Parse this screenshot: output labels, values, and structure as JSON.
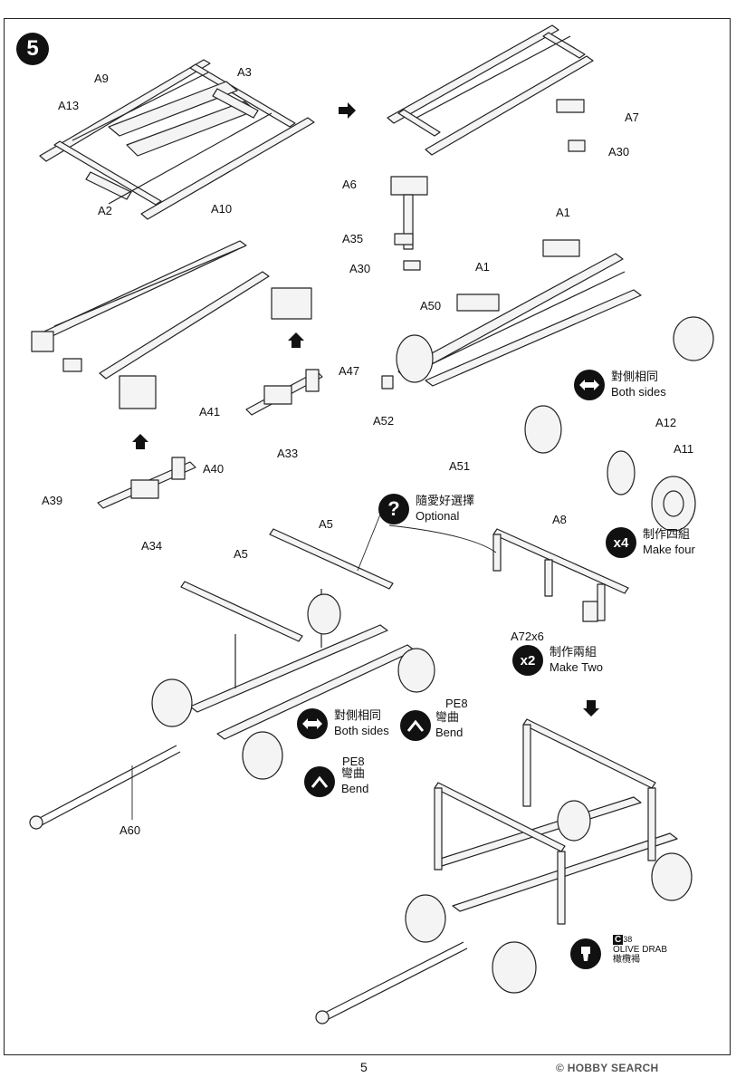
{
  "step": {
    "number": "5"
  },
  "parts": {
    "a13": "A13",
    "a9": "A9",
    "a3": "A3",
    "a2": "A2",
    "a10": "A10",
    "a7": "A7",
    "a30_top": "A30",
    "a6": "A6",
    "a35": "A35",
    "a30": "A30",
    "a1_top": "A1",
    "a1": "A1",
    "a50": "A50",
    "a52": "A52",
    "a51": "A51",
    "a47": "A47",
    "a41": "A41",
    "a33": "A33",
    "a40": "A40",
    "a39": "A39",
    "a34": "A34",
    "a12": "A12",
    "a11": "A11",
    "a5_top": "A5",
    "a5": "A5",
    "a8": "A8",
    "a72": "A72x6",
    "pe8_top": "PE8",
    "pe8": "PE8",
    "a60": "A60"
  },
  "callouts": {
    "both_sides_1": {
      "cn": "對側相同",
      "en": "Both sides",
      "icon": "double-arrow-icon"
    },
    "optional": {
      "cn": "隨愛好選擇",
      "en": "Optional",
      "icon": "question-icon"
    },
    "make_four": {
      "mult": "x4",
      "cn": "制作四組",
      "en": "Make four"
    },
    "make_two": {
      "mult": "x2",
      "cn": "制作兩組",
      "en": "Make Two"
    },
    "both_sides_2": {
      "cn": "對側相同",
      "en": "Both sides",
      "icon": "double-arrow-icon"
    },
    "bend_1": {
      "part": "PE8",
      "cn": "彎曲",
      "en": "Bend",
      "icon": "bend-icon"
    },
    "bend_2": {
      "part": "PE8",
      "cn": "彎曲",
      "en": "Bend",
      "icon": "bend-icon"
    }
  },
  "paint": {
    "code": "C",
    "number": "38",
    "name": "OLIVE DRAB",
    "cn": "橄欖褐",
    "icon": "paint-brush-icon"
  },
  "footer": {
    "page": "5",
    "watermark": "© HOBBY SEARCH"
  }
}
